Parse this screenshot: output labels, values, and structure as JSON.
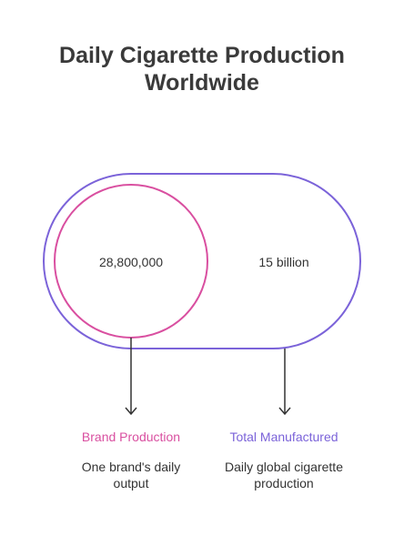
{
  "title_line1": "Daily Cigarette Production",
  "title_line2": "Worldwide",
  "colors": {
    "inner": "#d94fa0",
    "outer": "#7b63d9",
    "text": "#333333",
    "arrow": "#333333"
  },
  "inner": {
    "value": "28,800,000",
    "label": "Brand Production",
    "description": "One brand's daily output"
  },
  "outer": {
    "value": "15 billion",
    "label": "Total Manufactured",
    "description": "Daily global cigarette production"
  }
}
